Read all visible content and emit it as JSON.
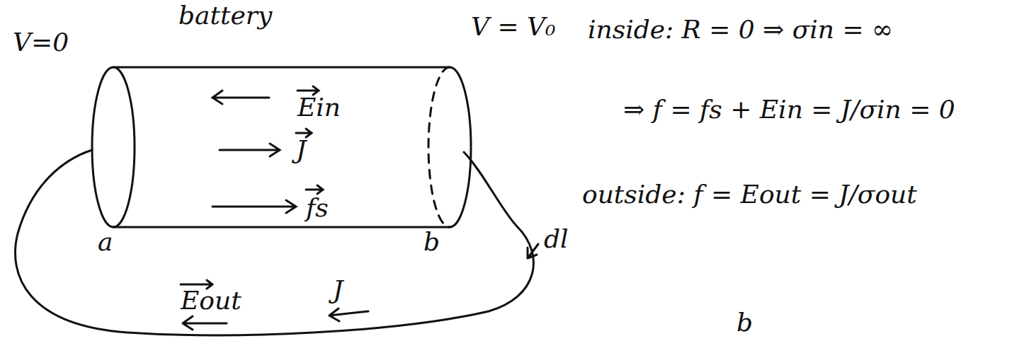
{
  "diagram": {
    "nodes": [
      {
        "text": [
          "battery",
          "Ein",
          "J",
          "fs"
        ]
      }
    ],
    "labels": [
      "V=0",
      "V = V₀",
      "a",
      "b",
      "Eout",
      "J",
      "dl",
      "inside: R = 0 ⇒ σin = ∞",
      "⇒ f = fs + Ein = J/σin = 0",
      "outside: f = Eout = J/σout",
      "b"
    ]
  }
}
